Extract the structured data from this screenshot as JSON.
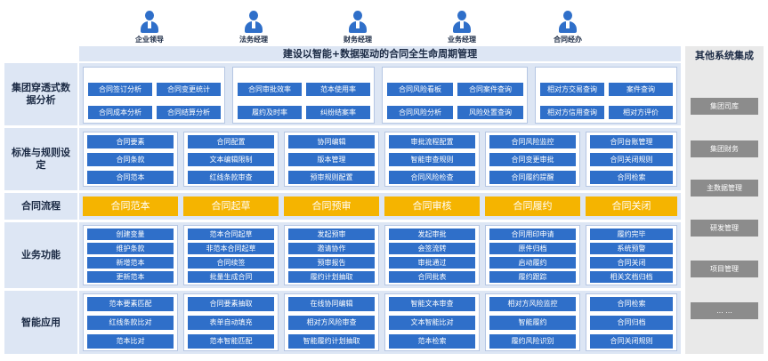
{
  "personas": [
    "企业领导",
    "法务经理",
    "财务经理",
    "业务经理",
    "合同经办"
  ],
  "title": "建设以智能+数据驱动的合同全生命周期管理",
  "rows": {
    "analysis": {
      "label": "集团穿透式数据分析",
      "groups": [
        [
          "合同签订分析",
          "合同变更统计",
          "合同成本分析",
          "合同结算分析"
        ],
        [
          "合同审批效率",
          "范本使用率",
          "履约及时率",
          "纠纷结案率"
        ],
        [
          "合同风险看板",
          "合同案件查询",
          "合同风险分析",
          "风险处置查询"
        ],
        [
          "相对方交易查询",
          "案件查询",
          "相对方信用查询",
          "相对方评价"
        ]
      ]
    },
    "standards": {
      "label": "标准与规则设定",
      "columns": [
        [
          "合同要素",
          "合同条款",
          "合同范本"
        ],
        [
          "合同配置",
          "文本编辑限制",
          "红线条款审查"
        ],
        [
          "协同编辑",
          "版本管理",
          "预审规则配置"
        ],
        [
          "审批流程配置",
          "智能审查规则",
          "合同风险检查"
        ],
        [
          "合同风险监控",
          "合同变更审批",
          "合同履约提醒"
        ],
        [
          "合同台账管理",
          "合同关闭规则",
          "合同检索"
        ]
      ]
    },
    "flow": {
      "label": "合同流程",
      "steps": [
        "合同范本",
        "合同起草",
        "合同预审",
        "合同审核",
        "合同履约",
        "合同关闭"
      ]
    },
    "business": {
      "label": "业务功能",
      "columns": [
        [
          "创建变量",
          "维护条款",
          "新增范本",
          "更新范本"
        ],
        [
          "范本合同起草",
          "非范本合同起草",
          "合同续签",
          "批量生成合同"
        ],
        [
          "发起预审",
          "邀请协作",
          "预审报告",
          "履约计划抽取"
        ],
        [
          "发起审批",
          "会签流转",
          "审批通过",
          "合同批表"
        ],
        [
          "合同用印申请",
          "原件归档",
          "启动履约",
          "履约跟踪"
        ],
        [
          "履约完毕",
          "系统预警",
          "合同关闭",
          "相关文档归档"
        ]
      ]
    },
    "smart": {
      "label": "智能应用",
      "columns": [
        [
          "范本要素匹配",
          "红线条款比对",
          "范本比对"
        ],
        [
          "合同要素抽取",
          "表单自动填充",
          "范本智能匹配"
        ],
        [
          "在线协同编辑",
          "相对方风险审查",
          "智能履约计划抽取"
        ],
        [
          "智能文本审查",
          "文本智能比对",
          "范本检索"
        ],
        [
          "相对方风险监控",
          "智能履约",
          "履约风险识别"
        ],
        [
          "合同检索",
          "合同归档",
          "合同关闭规则"
        ]
      ]
    }
  },
  "side": {
    "title": "其他系统集成",
    "items": [
      "集团司库",
      "集团财务",
      "主数据管理",
      "研发管理",
      "项目管理",
      "... ..."
    ]
  },
  "colors": {
    "panel": "#dde6f4",
    "button": "#2f6fc9",
    "flow": "#f5b400",
    "side_panel": "#e9e9e9",
    "side_item": "#8c8c8c"
  }
}
